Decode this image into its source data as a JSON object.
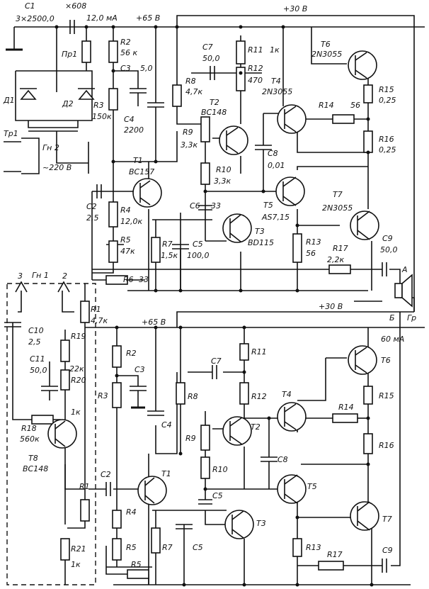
{
  "top": {
    "c1": "C1",
    "c1v": "3×2500,0",
    "x608": "×608",
    "i_top": "12,0 мА",
    "v65": "+65 В",
    "v30": "+30 В",
    "pr1": "Пр1",
    "d1": "Д1",
    "d2": "Д2",
    "tr1": "Тр1",
    "gn2": "Гн 2",
    "mains": "~220 В",
    "r2": "R2",
    "r2v": "56 к",
    "c3": "С3",
    "c3v": "5,0",
    "r3": "R3",
    "r3v": "150к",
    "c4": "С4",
    "c4v": "2200",
    "c7": "С7",
    "c7v": "50,0",
    "r11": "R11",
    "r11v": "1к",
    "r12": "R12",
    "r12v": "470",
    "r8": "R8",
    "r8v": "4,7к",
    "t2": "Т2",
    "t2m": "ВС148",
    "t4": "Т4",
    "t4m": "2N3055",
    "t6": "Т6",
    "t6m": "2N3055",
    "r15": "R15",
    "r15v": "0,25",
    "r14": "R14",
    "r14v": "56",
    "r16": "R16",
    "r16v": "0,25",
    "r9": "R9",
    "r9v": "3,3к",
    "c8": "С8",
    "c8v": "0,01",
    "r10": "R10",
    "r10v": "3,3к",
    "t1": "Т1",
    "t1m": "ВС157",
    "c2": "С2",
    "c2v": "2,5",
    "r4": "R4",
    "r4v": "12,0к",
    "r5": "R5",
    "r5v": "47к",
    "c6": "С6",
    "c6v": "33",
    "t5": "Т5",
    "t5m": "AS7,15",
    "t7": "Т7",
    "t7m": "2N3055",
    "t3": "Т3",
    "t3m": "ВD115",
    "r7": "R7",
    "r7v": "1,5к",
    "c5": "С5",
    "c5v": "100,0",
    "r13": "R13",
    "r13v": "56",
    "r17": "R17",
    "r17v": "2,2к",
    "c9": "С9",
    "c9v": "50,0",
    "r6": "R6",
    "r6v": "33",
    "a": "А"
  },
  "pre": {
    "gn1": "Гн 1",
    "p3": "3",
    "p2": "2",
    "r1": "R1",
    "r1v": "4,7к",
    "c10": "С10",
    "c10v": "2,5",
    "r19": "R19",
    "c11": "С11",
    "c11v": "50,0",
    "r19v": "22к",
    "r20": "R20",
    "r20v": "1к",
    "r18": "R18",
    "r18v": "560к",
    "t8": "Т8",
    "t8m": "ВС148",
    "r21": "R21",
    "r21v": "1к"
  },
  "bot": {
    "v65": "+65 В",
    "v30": "+30 В",
    "b": "Б",
    "gr": "Гр",
    "i60": "60 мА",
    "r2": "R2",
    "r3": "R3",
    "c3": "С3",
    "c4": "С4",
    "c7": "С7",
    "r8": "R8",
    "r11": "R11",
    "r12": "R12",
    "t4": "Т4",
    "t6": "Т6",
    "r15": "R15",
    "r14": "R14",
    "r16": "R16",
    "r9": "R9",
    "t2": "Т2",
    "c8": "С8",
    "r10": "R10",
    "t5": "Т5",
    "r1": "R1",
    "c2": "С2",
    "t1": "Т1",
    "r4": "R4",
    "c5": "С5",
    "t3": "Т3",
    "t7": "Т7",
    "r5": "R5",
    "r7": "R7",
    "r13": "R13",
    "r17": "R17",
    "c9": "С9",
    "r6": "R5"
  }
}
